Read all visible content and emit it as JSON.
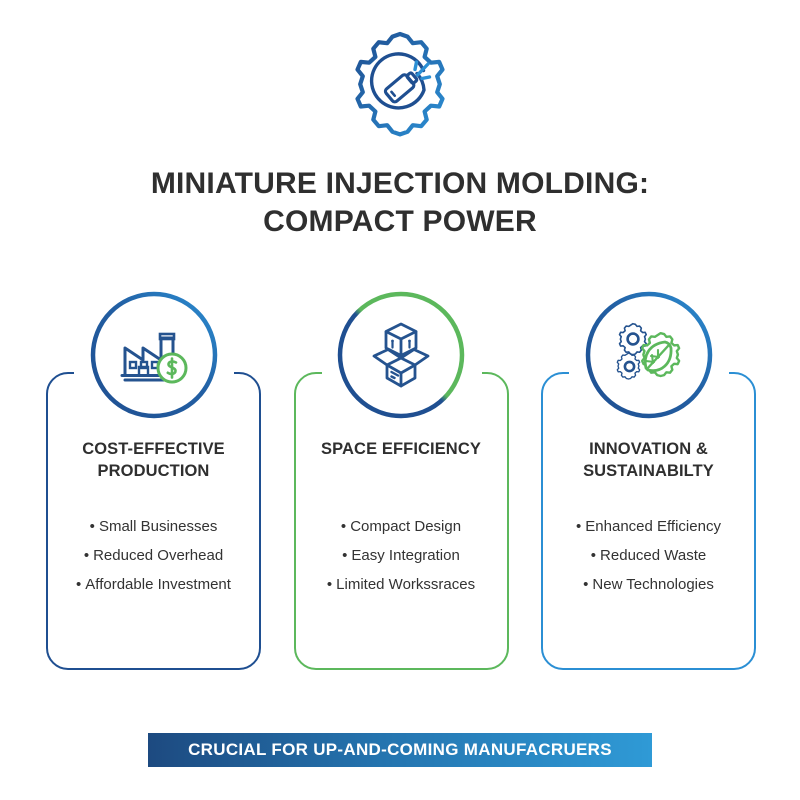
{
  "page": {
    "background_color": "#ffffff",
    "title_color": "#2f2f2f"
  },
  "header": {
    "icon_name": "gear-injection-nozzle-icon",
    "title_line1": "MINIATURE INJECTION MOLDING:",
    "title_line2": "COMPACT POWER"
  },
  "colors": {
    "dark_blue": "#1f4f91",
    "light_blue": "#2b8fd4",
    "green": "#5cb85c",
    "text": "#2f2f2f"
  },
  "cards": [
    {
      "id": "cost-effective-production",
      "icon_name": "factory-dollar-icon",
      "border_color": "#1f4f91",
      "ring_start_color": "#1f4f91",
      "ring_end_color": "#2b8fd4",
      "heading_line1": "COST-EFFECTIVE",
      "heading_line2": "PRODUCTION",
      "bullets": [
        "Small Businesses",
        "Reduced Overhead",
        "Affordable Investment"
      ]
    },
    {
      "id": "space-efficiency",
      "icon_name": "open-box-package-icon",
      "border_color": "#5cb85c",
      "ring_start_color": "#1f4f91",
      "ring_end_color": "#5cb85c",
      "heading_line1": "SPACE EFFICIENCY",
      "heading_line2": "",
      "bullets": [
        "Compact Design",
        "Easy Integration",
        "Limited Workssraces"
      ]
    },
    {
      "id": "innovation-sustainability",
      "icon_name": "gears-leaf-icon",
      "border_color": "#2b8fd4",
      "ring_start_color": "#1f4f91",
      "ring_end_color": "#2b8fd4",
      "heading_line1": "INNOVATION &",
      "heading_line2": "SUSTAINABILTY",
      "bullets": [
        "Enhanced Efficiency",
        "Reduced Waste",
        "New Technologies"
      ]
    }
  ],
  "bullet_glyph": "•",
  "footer": {
    "text": "CRUCIAL FOR UP-AND-COMING MANUFACRUERS",
    "gradient_start": "#1d4a80",
    "gradient_end": "#2f9ad6",
    "text_color": "#ffffff"
  }
}
